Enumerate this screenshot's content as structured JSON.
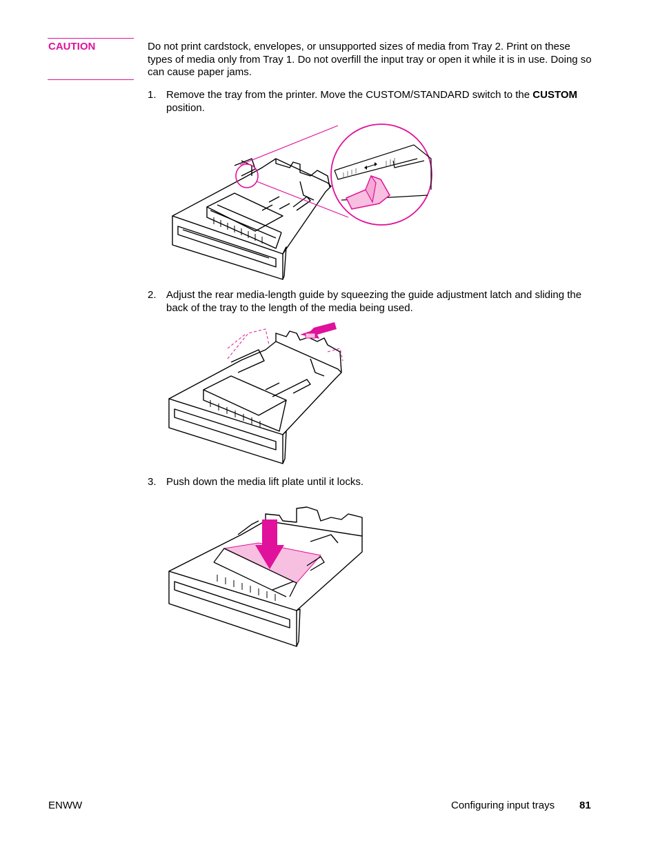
{
  "caution": {
    "label": "CAUTION",
    "text": "Do not print cardstock, envelopes, or unsupported sizes of media from Tray 2. Print on these types of media only from Tray 1. Do not overfill the input tray or open it while it is in use. Doing so can cause paper jams."
  },
  "steps": [
    {
      "number": "1.",
      "text_before": "Remove the tray from the printer. Move the CUSTOM/STANDARD switch to the ",
      "bold": "CUSTOM",
      "text_after": " position."
    },
    {
      "number": "2.",
      "text": "Adjust the rear media-length guide by squeezing the guide adjustment latch and sliding the back of the tray to the length of the media being used."
    },
    {
      "number": "3.",
      "text": "Push down the media lift plate until it locks."
    }
  ],
  "footer": {
    "left": "ENWW",
    "section": "Configuring input trays",
    "page_number": "81"
  },
  "colors": {
    "accent": "#e0119a",
    "highlight": "#f7bfe0"
  }
}
